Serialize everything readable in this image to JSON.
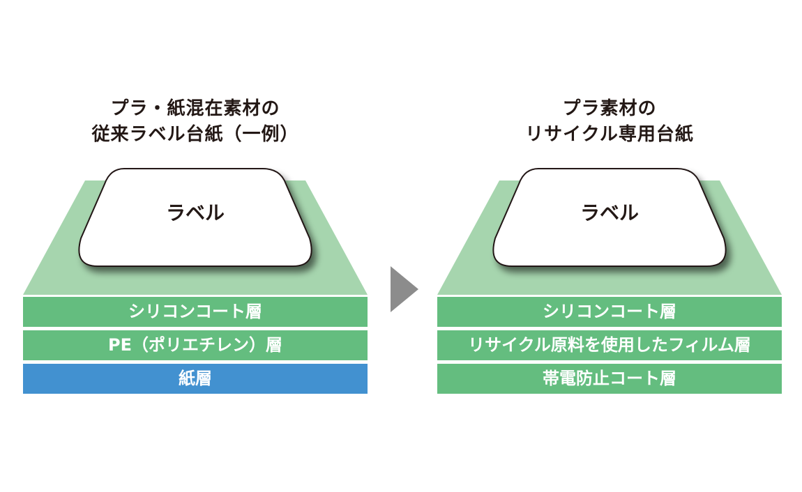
{
  "colors": {
    "base": "#a6d5ae",
    "layer_green": "#64bd7f",
    "layer_blue": "#4291d0",
    "arrow": "#8c8c8c",
    "label_fill": "#ffffff",
    "label_stroke": "#231815"
  },
  "left": {
    "title_line1": "プラ・紙混在素材の",
    "title_line2": "従来ラベル台紙（一例）",
    "label": "ラベル",
    "layers": [
      {
        "text": "シリコンコート層",
        "color": "green"
      },
      {
        "text": "PE（ポリエチレン）層",
        "color": "green"
      },
      {
        "text": "紙層",
        "color": "blue"
      }
    ]
  },
  "right": {
    "title_line1": "プラ素材の",
    "title_line2": "リサイクル専用台紙",
    "label": "ラベル",
    "layers": [
      {
        "text": "シリコンコート層",
        "color": "green"
      },
      {
        "text": "リサイクル原料を使用したフィルム層",
        "color": "green"
      },
      {
        "text": "帯電防止コート層",
        "color": "green"
      }
    ]
  },
  "arrow_icon": "right-triangle-arrow-icon"
}
